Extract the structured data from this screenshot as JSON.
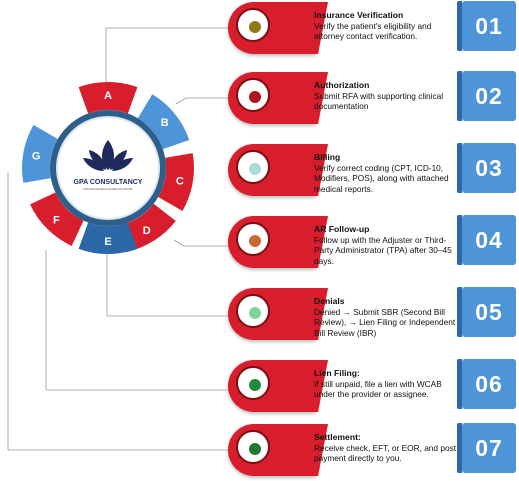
{
  "logo": {
    "name": "GPA CONSULTANCY",
    "tagline": "INNOVATIVE HEALTHCARE SOLUTIONS"
  },
  "segments": [
    {
      "letter": "A",
      "color": "#d81e2c"
    },
    {
      "letter": "B",
      "color": "#4d95d8"
    },
    {
      "letter": "C",
      "color": "#d81e2c"
    },
    {
      "letter": "D",
      "color": "#d81e2c"
    },
    {
      "letter": "E",
      "color": "#2c68a8"
    },
    {
      "letter": "F",
      "color": "#d81e2c"
    },
    {
      "letter": "G",
      "color": "#4d95d8"
    }
  ],
  "steps": [
    {
      "number": "01",
      "title": "Insurance Verification",
      "desc": "Verify the patient's eligibility and attorney contact verification.",
      "dot": "#8a7a18"
    },
    {
      "number": "02",
      "title": "Authorization",
      "desc": "Submit RFA with supporting clinical documentation",
      "dot": "#b0161d"
    },
    {
      "number": "03",
      "title": "Billing",
      "desc": "Verify correct coding (CPT, ICD-10, Modifiers, POS), along with attached medical reports.",
      "dot": "#a8dcd4"
    },
    {
      "number": "04",
      "title": "AR Follow-up",
      "desc": "Follow up with the Adjuster or Third-Party Administrator (TPA) after 30–45 days.",
      "dot": "#c86a34"
    },
    {
      "number": "05",
      "title": "Denials",
      "desc": "Denied → Submit SBR (Second Bill Review), → Lien Filing or Independent Bill Review (IBR)",
      "dot": "#7fd49a"
    },
    {
      "number": "06",
      "title": "Lien Filing:",
      "desc": "If still unpaid, file a lien with WCAB under the provider or assignee.",
      "dot": "#1e8a3c"
    },
    {
      "number": "07",
      "title": "Settlement:",
      "desc": "Receive check, EFT, or EOR, and post payment directly to you.",
      "dot": "#1e7a34"
    }
  ],
  "colors": {
    "accent_red": "#d81e2c",
    "accent_blue": "#4d95d8",
    "dark_blue": "#2c68a8",
    "navy": "#1e2a5c"
  }
}
